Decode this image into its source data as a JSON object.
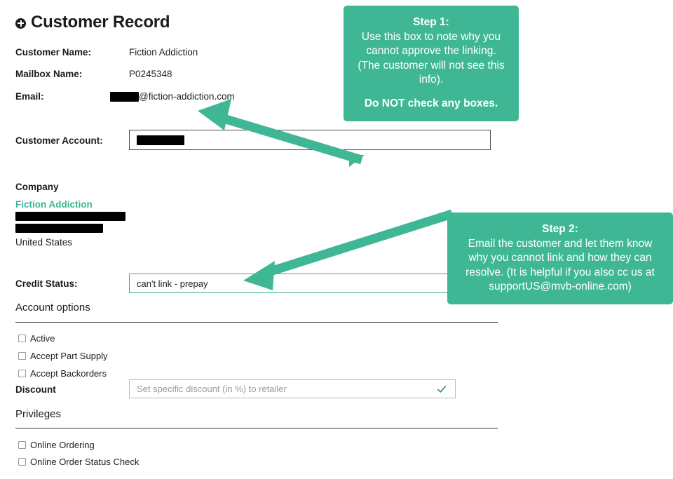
{
  "page": {
    "title": "Customer Record",
    "title_icon": "plus-circle-icon"
  },
  "accent_color": "#3fb795",
  "fields": [
    {
      "label": "Customer Name:",
      "value": "Fiction Addiction"
    },
    {
      "label": "Mailbox Name:",
      "value": "P0245348"
    },
    {
      "label": "Email:",
      "value": "@fiction-addiction.com",
      "redacted_prefix": true
    }
  ],
  "customer_account": {
    "label": "Customer Account:",
    "value": "",
    "redacted": true
  },
  "company": {
    "heading": "Company",
    "name": "Fiction Addiction",
    "address_redacted_lines": 2,
    "country": "United States"
  },
  "credit_status": {
    "label": "Credit Status:",
    "value": "can't link - prepay"
  },
  "account_options": {
    "heading": "Account options",
    "checkboxes": [
      {
        "label": "Active",
        "checked": false
      },
      {
        "label": "Accept Part Supply",
        "checked": false
      },
      {
        "label": "Accept Backorders",
        "checked": false
      }
    ],
    "discount": {
      "label": "Discount",
      "value": "",
      "placeholder": "Set specific discount (in %) to retailer",
      "status_icon": "check-icon"
    }
  },
  "privileges": {
    "heading": "Privileges",
    "checkboxes": [
      {
        "label": "Online Ordering",
        "checked": false
      },
      {
        "label": "Online Order Status Check",
        "checked": false
      }
    ]
  },
  "annotations": [
    {
      "id": "step-1",
      "title": "Step 1:",
      "body": "Use this box to note why you cannot approve the linking. (The customer will not see this info).",
      "emphasis": "Do NOT check any boxes."
    },
    {
      "id": "step-2",
      "title": "Step 2:",
      "body": "Email the customer and let them know why you cannot link and how they can resolve. (It is helpful if you also cc us at supportUS@mvb-online.com)"
    }
  ]
}
